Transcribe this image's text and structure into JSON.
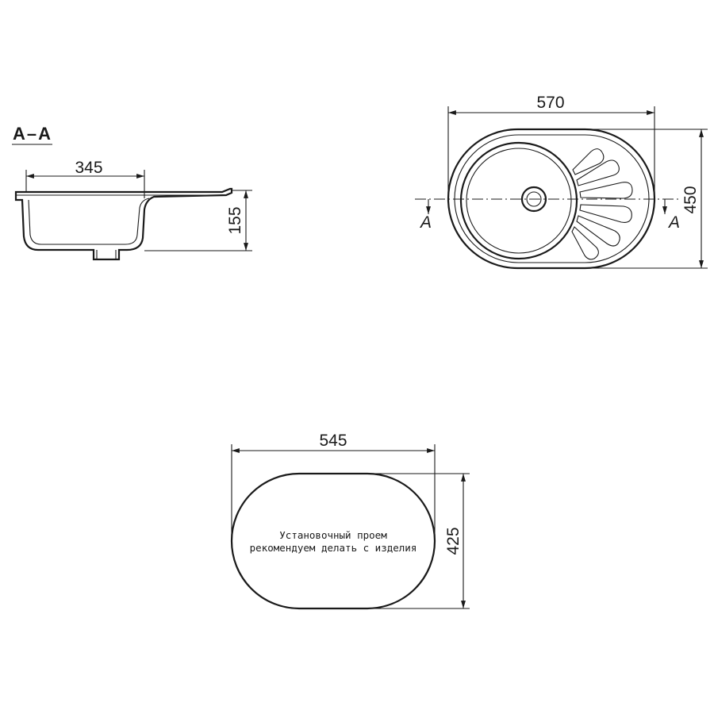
{
  "section_view": {
    "title": "A–A",
    "width_label": "345",
    "depth_label": "155"
  },
  "top_view": {
    "width_label": "570",
    "height_label": "450",
    "section_marker_left": "A",
    "section_marker_right": "A"
  },
  "cutout_view": {
    "width_label": "545",
    "height_label": "425",
    "note_line1": "Установочный проем",
    "note_line2": "рекомендуем делать с изделия"
  }
}
